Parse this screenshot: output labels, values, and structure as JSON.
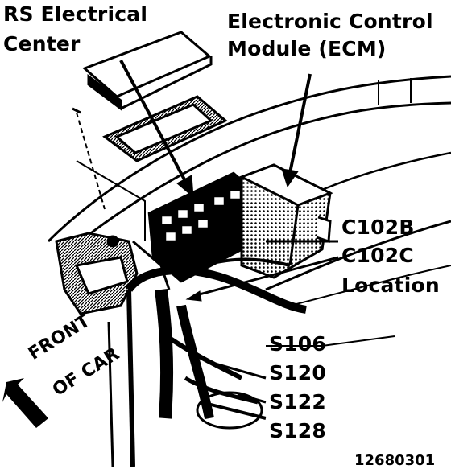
{
  "labels": {
    "rs_center_line1": "RS Electrical",
    "rs_center_line2": "Center",
    "ecm_line1": "Electronic Control",
    "ecm_line2": "Module (ECM)",
    "c102b": "C102B",
    "c102c_line1": "C102C",
    "c102c_line2": "Location",
    "s106": "S106",
    "s120": "S120",
    "s122": "S122",
    "s128": "S128",
    "front_line1": "FRONT",
    "front_line2": "OF CAR",
    "figure_number": "12680301"
  },
  "colors": {
    "ink": "#000000",
    "paper": "#ffffff",
    "shade": "#555555"
  }
}
